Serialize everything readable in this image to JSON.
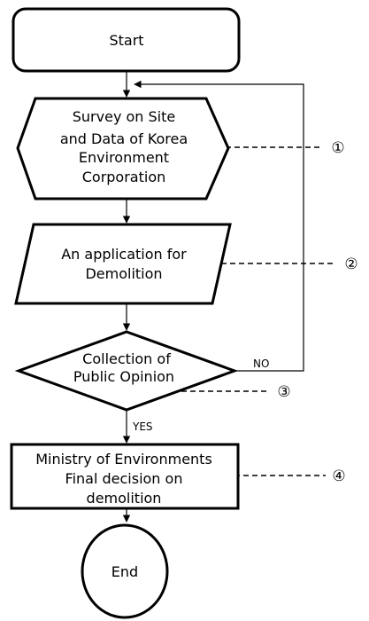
{
  "nodes": {
    "start": {
      "label": "Start"
    },
    "survey": {
      "lines": [
        "Survey on Site",
        "and Data of Korea",
        "Environment",
        "Corporation"
      ]
    },
    "application": {
      "lines": [
        "An application for",
        "Demolition"
      ]
    },
    "collection": {
      "lines": [
        "Collection of",
        "Public Opinion"
      ]
    },
    "ministry": {
      "lines": [
        "Ministry of Environments",
        "Final decision on",
        "demolition"
      ]
    },
    "end": {
      "label": "End"
    }
  },
  "edges": {
    "no_label": "NO",
    "yes_label": "YES"
  },
  "markers": [
    "①",
    "②",
    "③",
    "④"
  ]
}
